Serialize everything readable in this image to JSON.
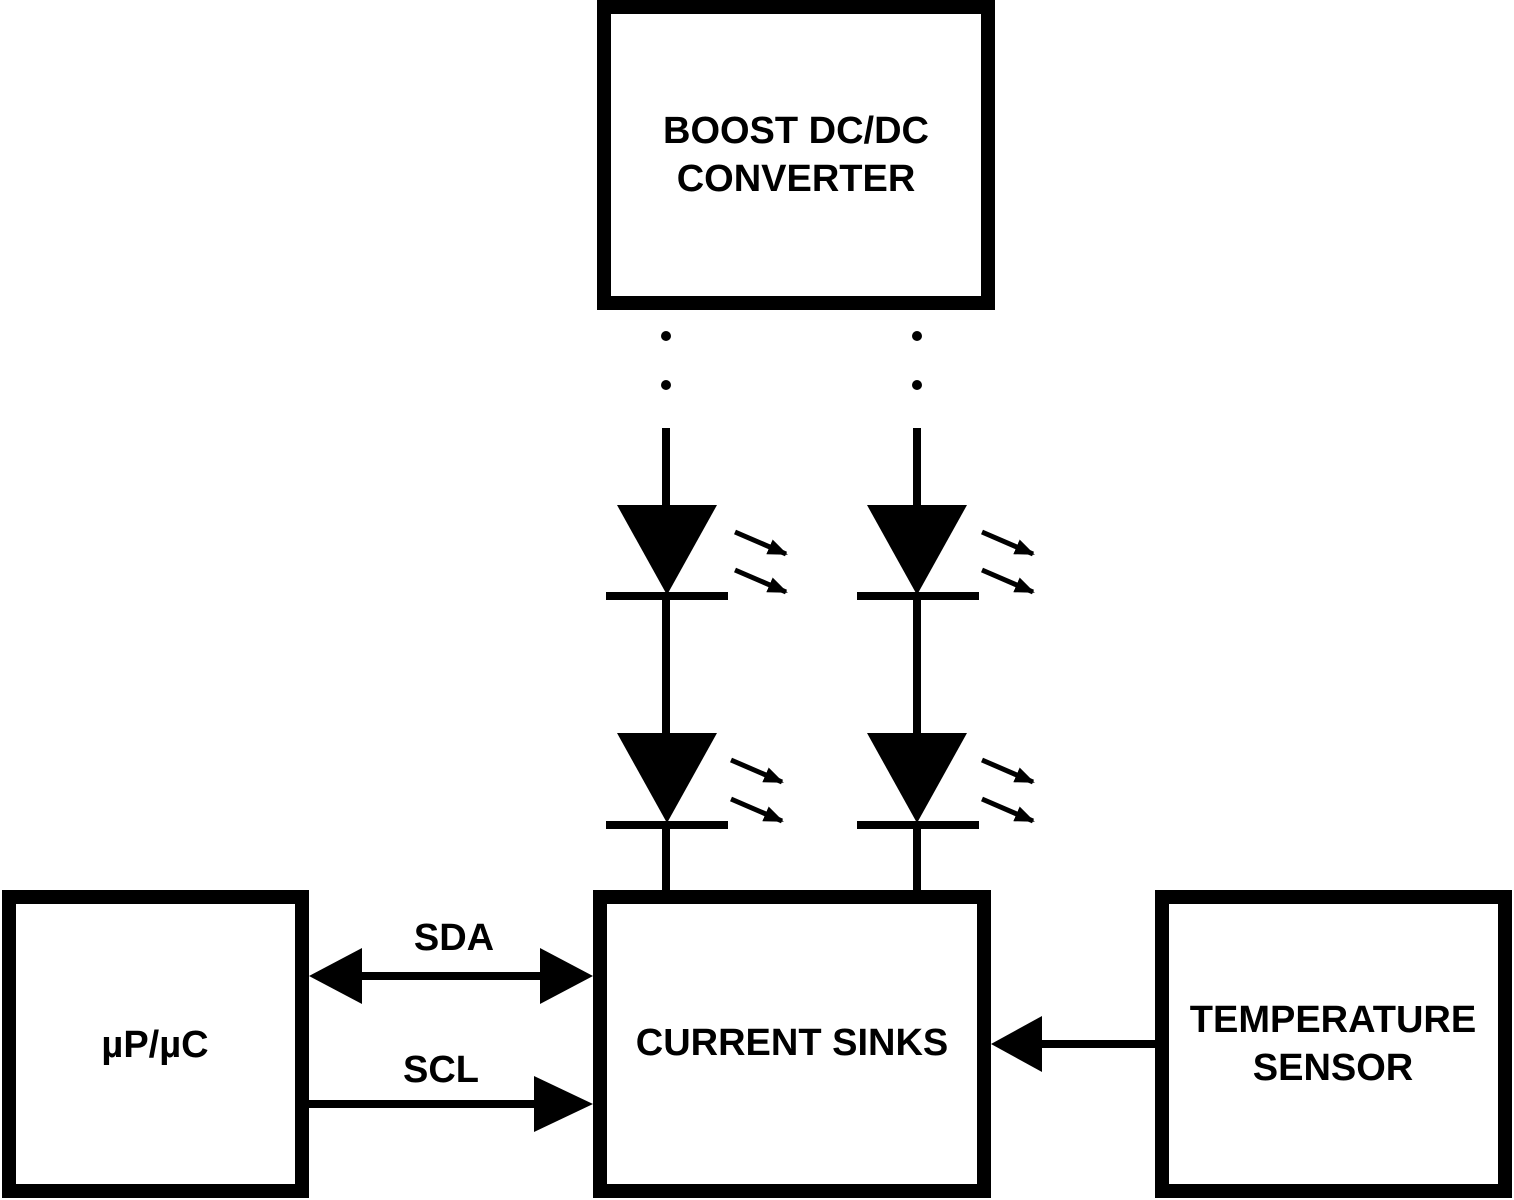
{
  "blocks": {
    "boost": {
      "line1": "BOOST DC/DC",
      "line2": "CONVERTER"
    },
    "processor": {
      "label": "µP/µC"
    },
    "sinks": {
      "label": "CURRENT SINKS"
    },
    "temp": {
      "line1": "TEMPERATURE",
      "line2": "SENSOR"
    }
  },
  "signals": {
    "sda": "SDA",
    "scl": "SCL"
  },
  "colors": {
    "ink": "#000000",
    "paper": "#ffffff"
  }
}
